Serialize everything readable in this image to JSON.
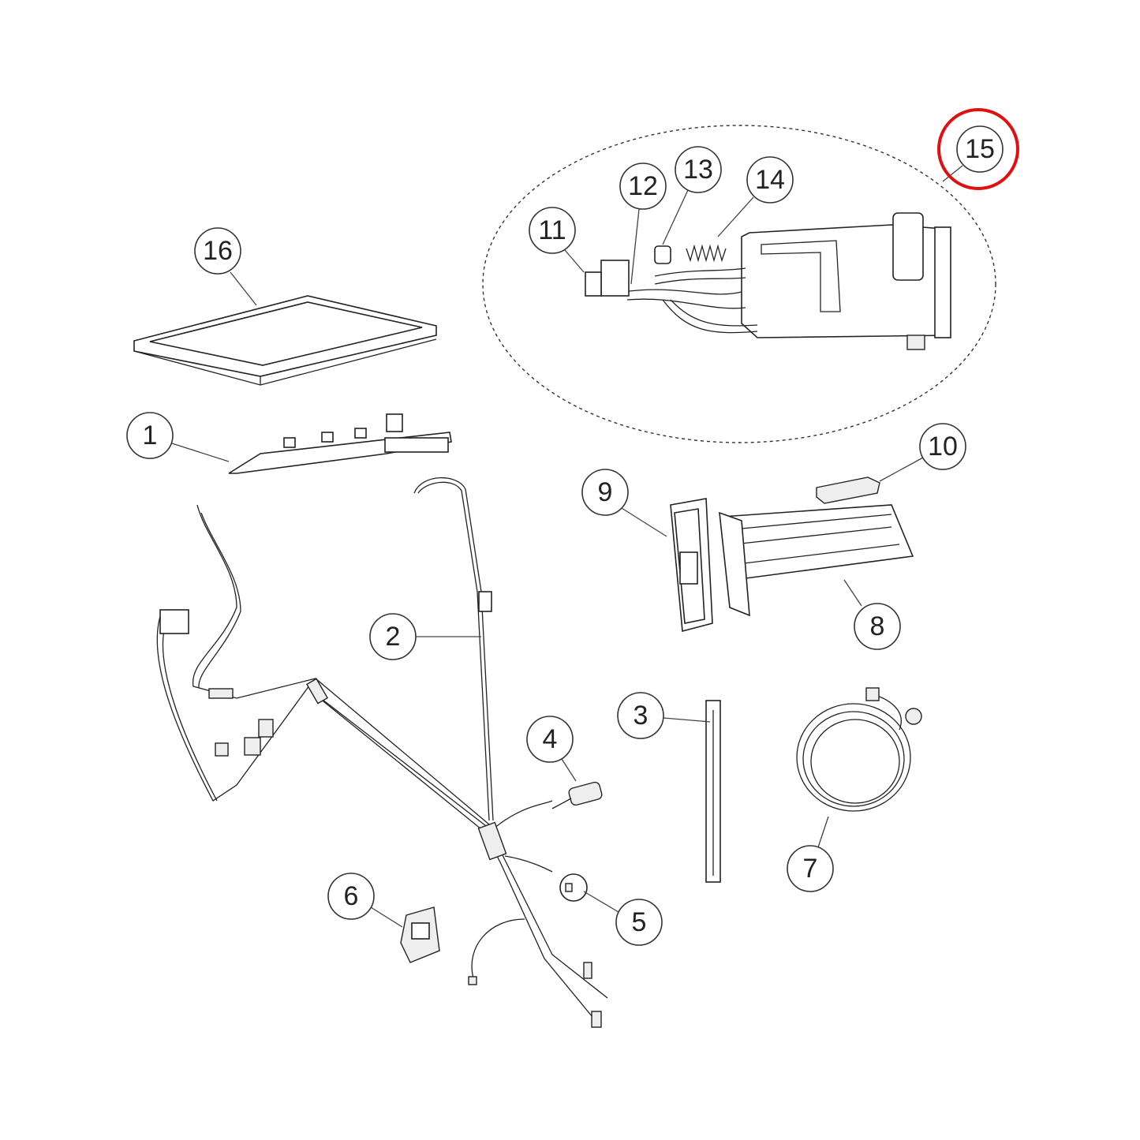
{
  "diagram": {
    "callouts": [
      "1",
      "2",
      "3",
      "4",
      "5",
      "6",
      "7",
      "8",
      "9",
      "10",
      "11",
      "12",
      "13",
      "14",
      "15",
      "16"
    ],
    "highlighted_callout": "15",
    "highlight_color": "#e01010"
  }
}
